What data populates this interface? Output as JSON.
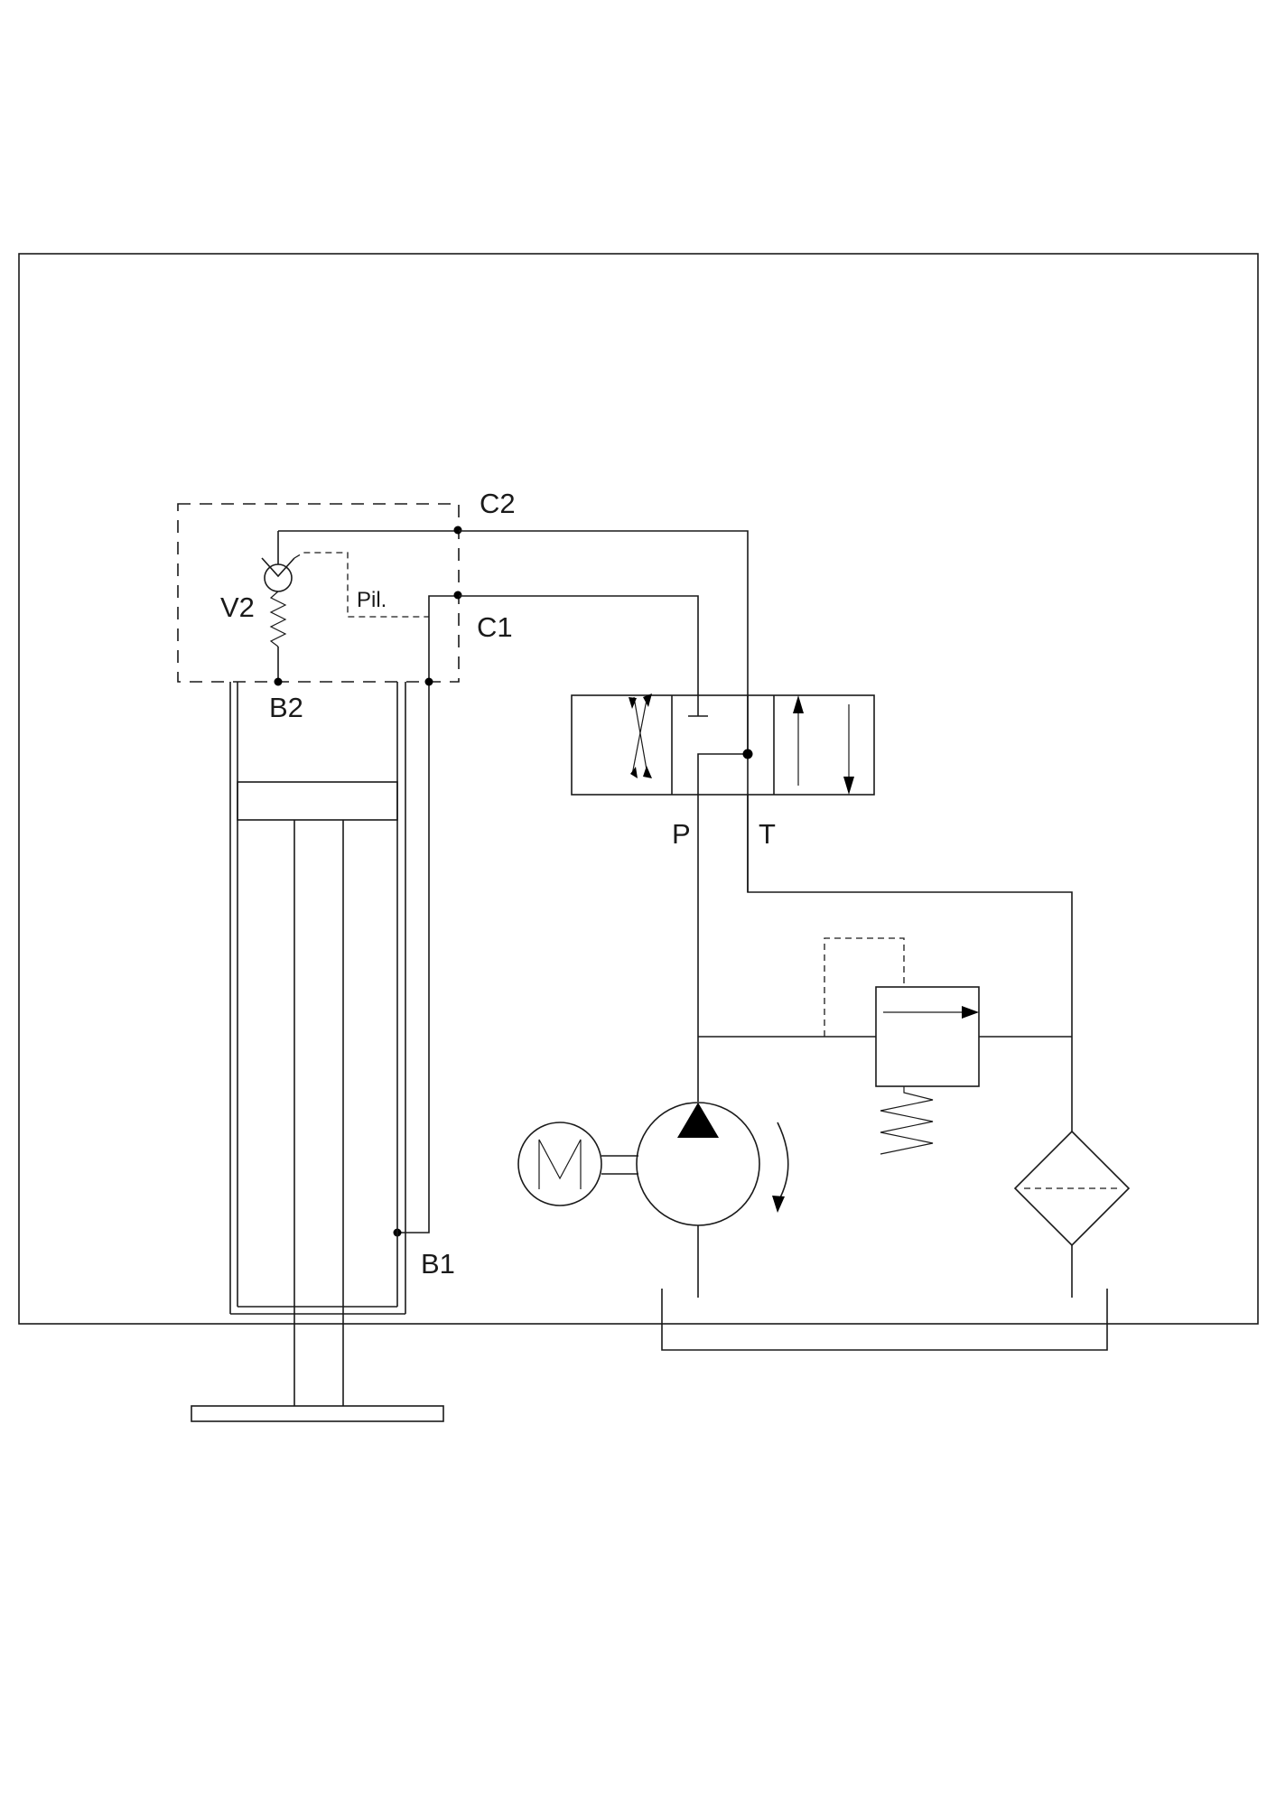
{
  "labels": {
    "c2": "C2",
    "c1": "C1",
    "v2": "V2",
    "pil": "Pil.",
    "b2": "B2",
    "b1": "B1",
    "p": "P",
    "t": "T"
  }
}
